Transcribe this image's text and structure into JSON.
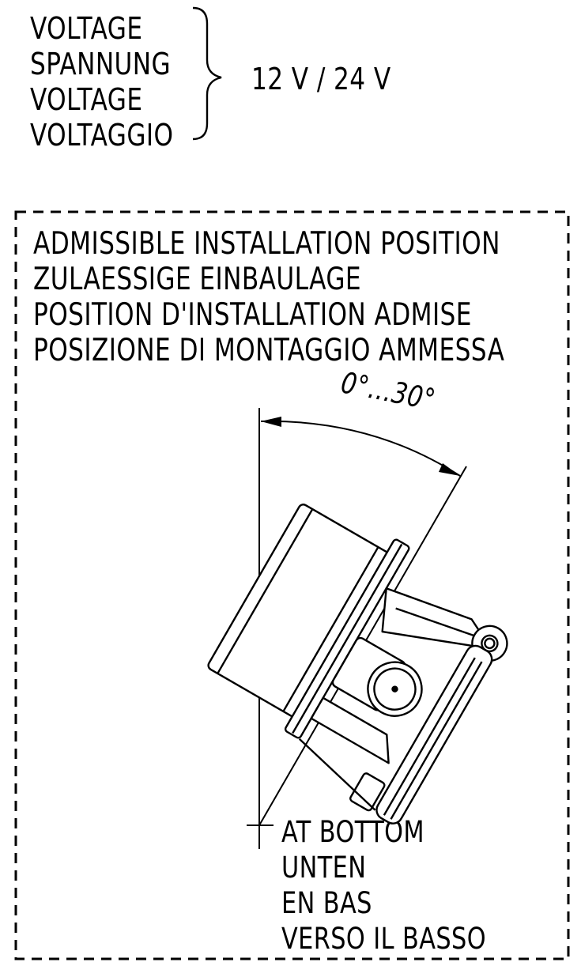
{
  "voltage": {
    "labels": [
      "VOLTAGE",
      "SPANNUNG",
      "VOLTAGE",
      "VOLTAGGIO"
    ],
    "value": "12 V / 24 V"
  },
  "installation": {
    "title_lines": [
      "ADMISSIBLE INSTALLATION POSITION",
      "ZULAESSIGE EINBAULAGE",
      "POSITION D'INSTALLATION ADMISE",
      "POSIZIONE DI MONTAGGIO AMMESSA"
    ],
    "angle_label": "0°...30°",
    "bottom_lines": [
      "AT BOTTOM",
      "UNTEN",
      "EN BAS",
      "VERSO IL BASSO"
    ]
  },
  "icons": {
    "brace": "curly-brace-icon",
    "device": "instrument-housing-icon"
  }
}
